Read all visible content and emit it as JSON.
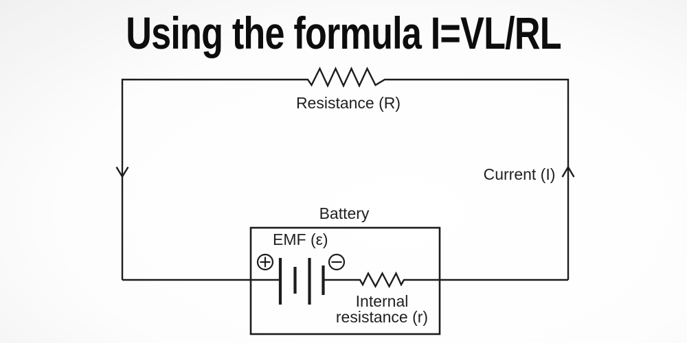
{
  "page": {
    "title": "Using the formula I=VL/RL"
  },
  "colors": {
    "line": "#1c1c1c",
    "text": "#1f1f1f",
    "title": "#0d0d0d",
    "background_center": "#ffffff",
    "background_edge": "#cccccc"
  },
  "diagram": {
    "labels": {
      "resistance": "Resistance (R)",
      "current": "Current (I)",
      "battery": "Battery",
      "emf": "EMF (ε)",
      "internal_resistance_line1": "Internal",
      "internal_resistance_line2": "resistance (r)"
    },
    "icons": {
      "positive_terminal": "plus-circle",
      "negative_terminal": "minus-circle",
      "current_direction_right": "arrow-up",
      "current_direction_left": "arrow-down"
    }
  }
}
